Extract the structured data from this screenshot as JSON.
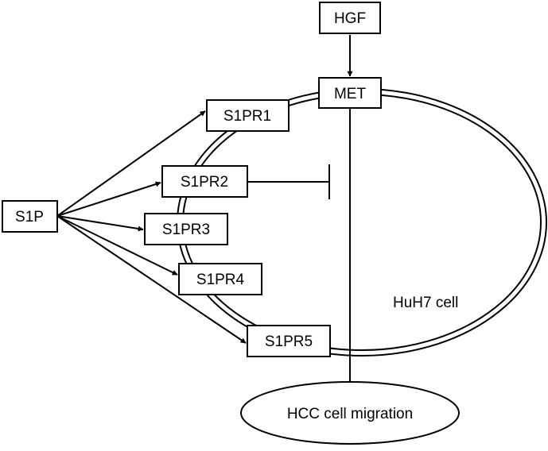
{
  "nodes": {
    "hgf": "HGF",
    "met": "MET",
    "s1p": "S1P",
    "s1pr1": "S1PR1",
    "s1pr2": "S1PR2",
    "s1pr3": "S1PR3",
    "s1pr4": "S1PR4",
    "s1pr5": "S1PR5",
    "migration": "HCC cell migration"
  },
  "cell_label": "HuH7 cell"
}
